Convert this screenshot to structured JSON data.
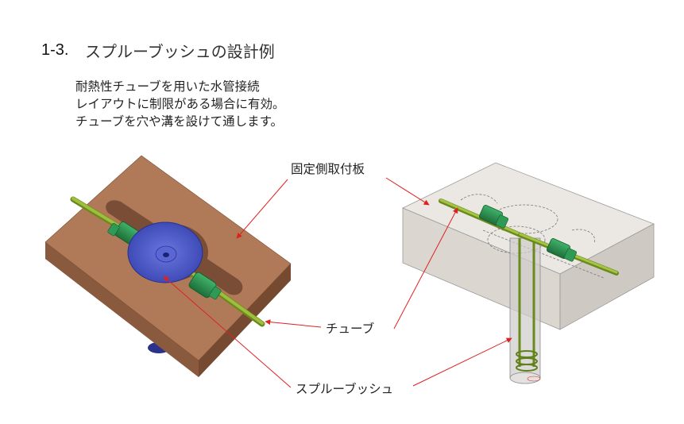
{
  "title": {
    "number": "1-3.",
    "text": "スプルーブッシュの設計例"
  },
  "description": [
    "耐熱性チューブを用いた水管接続",
    "レイアウトに制限がある場合に有効。",
    "チューブを穴や溝を設けて通します。"
  ],
  "labels": {
    "plate": "固定側取付板",
    "tube": "チューブ",
    "sprue": "スプルーブッシュ"
  },
  "colors": {
    "plate_top": "#b07a58",
    "plate_side": "#8a5a3e",
    "sprue_bush": "#4a56c8",
    "tube": "#8cab2c",
    "fitting": "#2a8c4a",
    "transparent_block": "#e2ddd8",
    "annotation_arrow": "#e02020"
  }
}
